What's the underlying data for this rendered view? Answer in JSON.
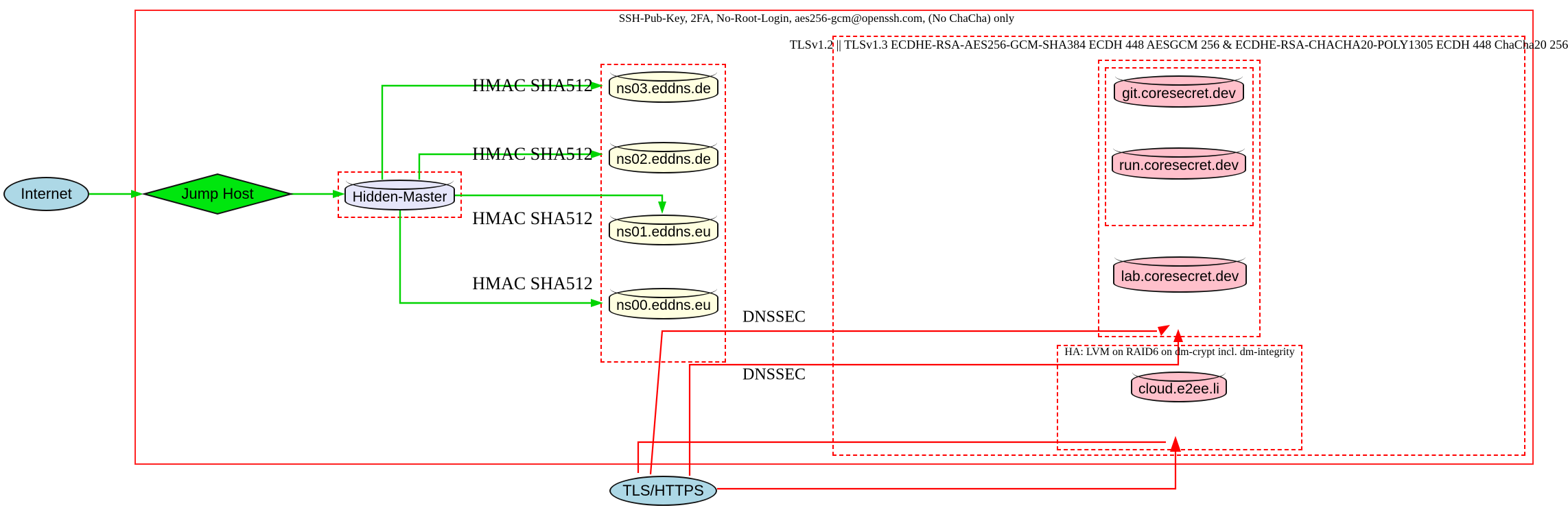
{
  "colors": {
    "red": "#ff0000",
    "green": "#00d400",
    "diamondFill": "#00e60e",
    "lightblue": "#add8e6",
    "lavender": "#e6e6fa",
    "lightyellow": "#ffffe0",
    "pink": "#ffc0cb",
    "ink": "#111111"
  },
  "clusters": {
    "ssh": {
      "label": "SSH-Pub-Key, 2FA, No-Root-Login, aes256-gcm@openssh.com, (No ChaCha) only"
    },
    "tls": {
      "label": "TLSv1.2 || TLSv1.3 ECDHE-RSA-AES256-GCM-SHA384 ECDH 448 AESGCM 256 & ECDHE-RSA-CHACHA20-POLY1305 ECDH 448 ChaCha20 256"
    },
    "ha": {
      "label": "HA: LVM on RAID6 on dm-crypt incl. dm-integrity"
    }
  },
  "nodes": {
    "internet": {
      "label": "Internet",
      "shape": "ellipse",
      "fill": "#add8e6"
    },
    "jump_host": {
      "label": "Jump Host",
      "shape": "diamond",
      "fill": "#00e60e"
    },
    "hidden_master": {
      "label": "Hidden-Master",
      "shape": "cylinder",
      "fill": "#e6e6fa"
    },
    "ns03": {
      "label": "ns03.eddns.de",
      "shape": "cylinder",
      "fill": "#ffffe0"
    },
    "ns02": {
      "label": "ns02.eddns.de",
      "shape": "cylinder",
      "fill": "#ffffe0"
    },
    "ns01": {
      "label": "ns01.eddns.eu",
      "shape": "cylinder",
      "fill": "#ffffe0"
    },
    "ns00": {
      "label": "ns00.eddns.eu",
      "shape": "cylinder",
      "fill": "#ffffe0"
    },
    "git": {
      "label": "git.coresecret.dev",
      "shape": "cylinder",
      "fill": "#ffc0cb"
    },
    "run": {
      "label": "run.coresecret.dev",
      "shape": "cylinder",
      "fill": "#ffc0cb"
    },
    "lab": {
      "label": "lab.coresecret.dev",
      "shape": "cylinder",
      "fill": "#ffc0cb"
    },
    "cloud": {
      "label": "cloud.e2ee.li",
      "shape": "cylinder",
      "fill": "#ffc0cb"
    },
    "tls_https": {
      "label": "TLS/HTTPS",
      "shape": "ellipse",
      "fill": "#add8e6"
    }
  },
  "edge_labels": [
    {
      "text": "HMAC SHA512"
    },
    {
      "text": "HMAC SHA512"
    },
    {
      "text": "HMAC SHA512"
    },
    {
      "text": "HMAC SHA512"
    },
    {
      "text": "DNSSEC"
    },
    {
      "text": "DNSSEC"
    }
  ],
  "edges": [
    {
      "from": "Internet",
      "to": "Jump Host",
      "color": "green",
      "label": ""
    },
    {
      "from": "Jump Host",
      "to": "Hidden-Master",
      "color": "green",
      "label": ""
    },
    {
      "from": "Hidden-Master",
      "to": "ns03.eddns.de",
      "color": "green",
      "label": "HMAC SHA512"
    },
    {
      "from": "Hidden-Master",
      "to": "ns02.eddns.de",
      "color": "green",
      "label": "HMAC SHA512"
    },
    {
      "from": "Hidden-Master",
      "to": "ns01.eddns.eu",
      "color": "green",
      "label": "HMAC SHA512"
    },
    {
      "from": "Hidden-Master",
      "to": "ns00.eddns.eu",
      "color": "green",
      "label": "HMAC SHA512"
    },
    {
      "from": "TLS/HTTPS",
      "to": "coresecret-cluster",
      "color": "red",
      "label": "DNSSEC"
    },
    {
      "from": "TLS/HTTPS",
      "to": "coresecret-cluster",
      "color": "red",
      "label": "DNSSEC"
    },
    {
      "from": "TLS/HTTPS",
      "to": "ha-cluster",
      "color": "red",
      "label": ""
    },
    {
      "from": "TLS/HTTPS",
      "to": "ha-cluster",
      "color": "red",
      "label": ""
    }
  ]
}
